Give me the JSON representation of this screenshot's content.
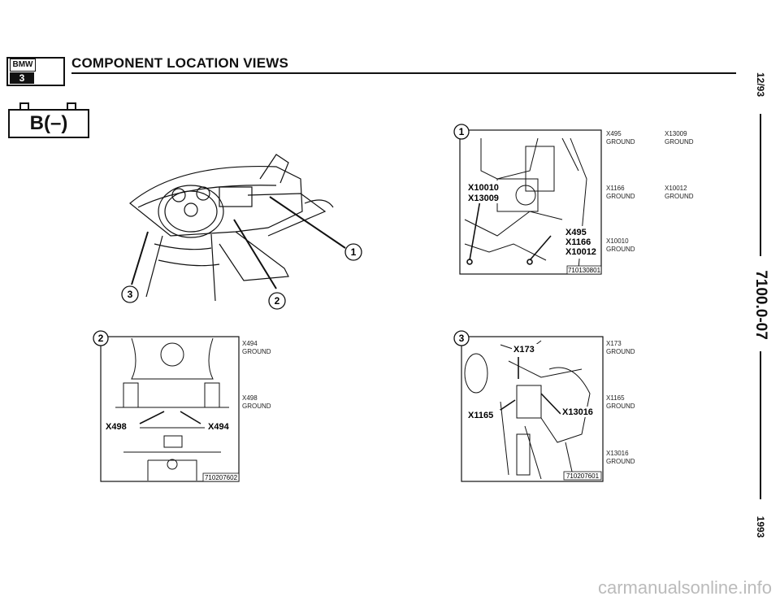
{
  "header": {
    "logo_brand": "BMW",
    "logo_model": "3",
    "title": "COMPONENT LOCATION VIEWS"
  },
  "section_symbol": "B(–)",
  "side": {
    "date": "12/93",
    "doc_number": "7100.0-07",
    "year": "1993"
  },
  "overview": {
    "callouts": [
      "1",
      "2",
      "3"
    ]
  },
  "detail1": {
    "number": "1",
    "labels": [
      "X10010",
      "X13009",
      "X495",
      "X1166",
      "X10012"
    ],
    "image_id": "710130801",
    "legend": [
      {
        "code": "X495",
        "desc": "GROUND"
      },
      {
        "code": "X13009",
        "desc": "GROUND"
      },
      {
        "code": "X1166",
        "desc": "GROUND"
      },
      {
        "code": "X10012",
        "desc": "GROUND"
      },
      {
        "code": "X10010",
        "desc": "GROUND"
      }
    ]
  },
  "detail2": {
    "number": "2",
    "labels": [
      "X498",
      "X494"
    ],
    "image_id": "710207602",
    "legend": [
      {
        "code": "X494",
        "desc": "GROUND"
      },
      {
        "code": "X498",
        "desc": "GROUND"
      }
    ]
  },
  "detail3": {
    "number": "3",
    "labels": [
      "X173",
      "X1165",
      "X13016"
    ],
    "image_id": "710207601",
    "legend": [
      {
        "code": "X173",
        "desc": "GROUND"
      },
      {
        "code": "X1165",
        "desc": "GROUND"
      },
      {
        "code": "X13016",
        "desc": "GROUND"
      }
    ]
  },
  "watermark": "carmanualsonline.info"
}
